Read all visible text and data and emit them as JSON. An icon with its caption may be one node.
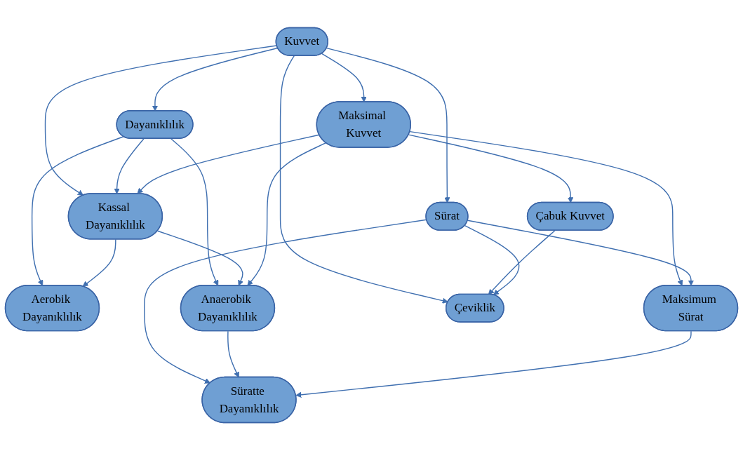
{
  "diagram": {
    "nodes": [
      {
        "text": [
          "Kuvvet"
        ]
      },
      {
        "text": [
          "Dayanıklılık"
        ]
      },
      {
        "text": [
          "Çeviklik"
        ]
      },
      {
        "text": [
          "Çabuk Kuvvet"
        ]
      },
      {
        "text": [
          "Kassal Dayanıklılık"
        ]
      },
      {
        "text": [
          "Maksimal Kuvvet"
        ]
      },
      {
        "text": [
          "Aerobik Dayanıklılık"
        ]
      },
      {
        "text": [
          "Anaerobik Dayanıklılık"
        ]
      },
      {
        "text": [
          "Maksimum Sürat"
        ]
      },
      {
        "text": [
          "Sürat"
        ]
      },
      {
        "text": [
          "Süratte Dayanıklılık"
        ]
      }
    ],
    "edges": [
      {
        "from": 0,
        "to": 1,
        "arrow": "to"
      },
      {
        "from": 0,
        "to": 2,
        "arrow": "to"
      },
      {
        "from": 0,
        "to": 9,
        "arrow": "to"
      },
      {
        "from": 0,
        "to": 4,
        "arrow": "to"
      },
      {
        "from": 0,
        "to": 5,
        "arrow": "to"
      },
      {
        "from": 1,
        "to": 4,
        "arrow": "to"
      },
      {
        "from": 1,
        "to": 6,
        "arrow": "to"
      },
      {
        "from": 1,
        "to": 7,
        "arrow": "to"
      },
      {
        "from": 5,
        "to": 4,
        "arrow": "to"
      },
      {
        "from": 4,
        "to": 6,
        "arrow": "to"
      },
      {
        "from": 4,
        "to": 7,
        "arrow": "to"
      },
      {
        "from": 5,
        "to": 7,
        "arrow": "to"
      },
      {
        "from": 5,
        "to": 3,
        "arrow": "to"
      },
      {
        "from": 3,
        "to": 2,
        "arrow": "to"
      },
      {
        "from": 5,
        "to": 8,
        "arrow": "to"
      },
      {
        "from": 9,
        "to": 8,
        "arrow": "to"
      },
      {
        "from": 9,
        "to": 2,
        "arrow": "to"
      },
      {
        "from": 9,
        "to": 10,
        "arrow": "to"
      },
      {
        "from": 7,
        "to": 10,
        "arrow": "to"
      },
      {
        "from": 8,
        "to": 10,
        "arrow": "to"
      }
    ]
  }
}
